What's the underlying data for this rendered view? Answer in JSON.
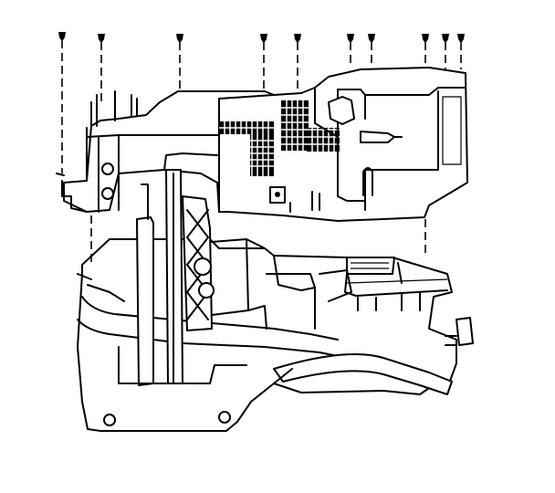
{
  "diagram": {
    "kind": "exploded-assembly-line-drawing",
    "colors": {
      "line": "#000000",
      "background": "#ffffff"
    },
    "fastener_count": 11,
    "upper_cover_fastener_count": 9,
    "lower_case_fastener_count": 2
  }
}
